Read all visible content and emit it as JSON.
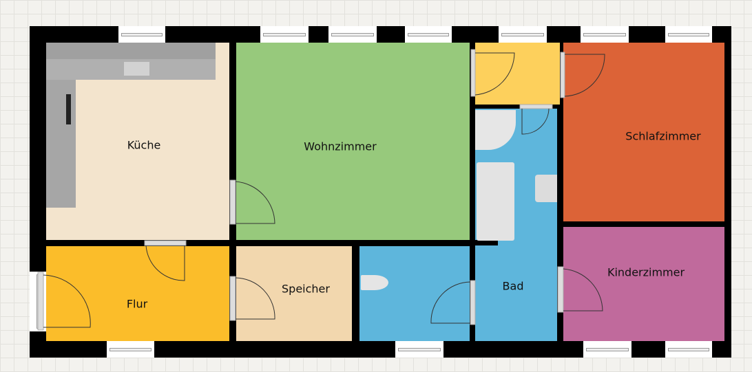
{
  "rooms": {
    "kueche": {
      "label": "Küche",
      "color": "#f3e4cd"
    },
    "wohnzimmer": {
      "label": "Wohnzimmer",
      "color": "#97c97c"
    },
    "schlafzimmer": {
      "label": "Schlafzimmer",
      "color": "#dc6337"
    },
    "kinderzimmer": {
      "label": "Kinderzimmer",
      "color": "#c06a9c"
    },
    "bad": {
      "label": "Bad",
      "color": "#5eb6dc"
    },
    "speicher": {
      "label": "Speicher",
      "color": "#f2d7ae"
    },
    "flur": {
      "label": "Flur",
      "color": "#fbbd2a"
    },
    "diele": {
      "color": "#fdd05c"
    },
    "wc": {
      "color": "#5eb6dc"
    }
  },
  "icons": [
    "door-icon",
    "window-icon",
    "kitchen-counter-icon",
    "toilet-icon",
    "sink-icon",
    "bathtub-icon",
    "shower-icon"
  ]
}
